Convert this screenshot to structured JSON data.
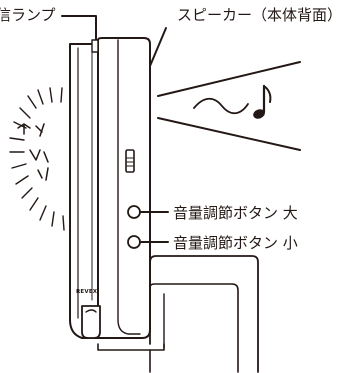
{
  "labels": {
    "lamp": "信ランプ",
    "speaker": "スピーカー（本体背面）",
    "volume_up": "音量調節ボタン 大",
    "volume_down": "音量調節ボタン 小",
    "brand": "REVEX"
  },
  "colors": {
    "line": "#231815",
    "background": "#ffffff"
  },
  "icons": {
    "music_note": "eighth-note-icon",
    "sound_wave": "tilde-wave-icon",
    "light_glow": "radiating-glow-icon"
  }
}
